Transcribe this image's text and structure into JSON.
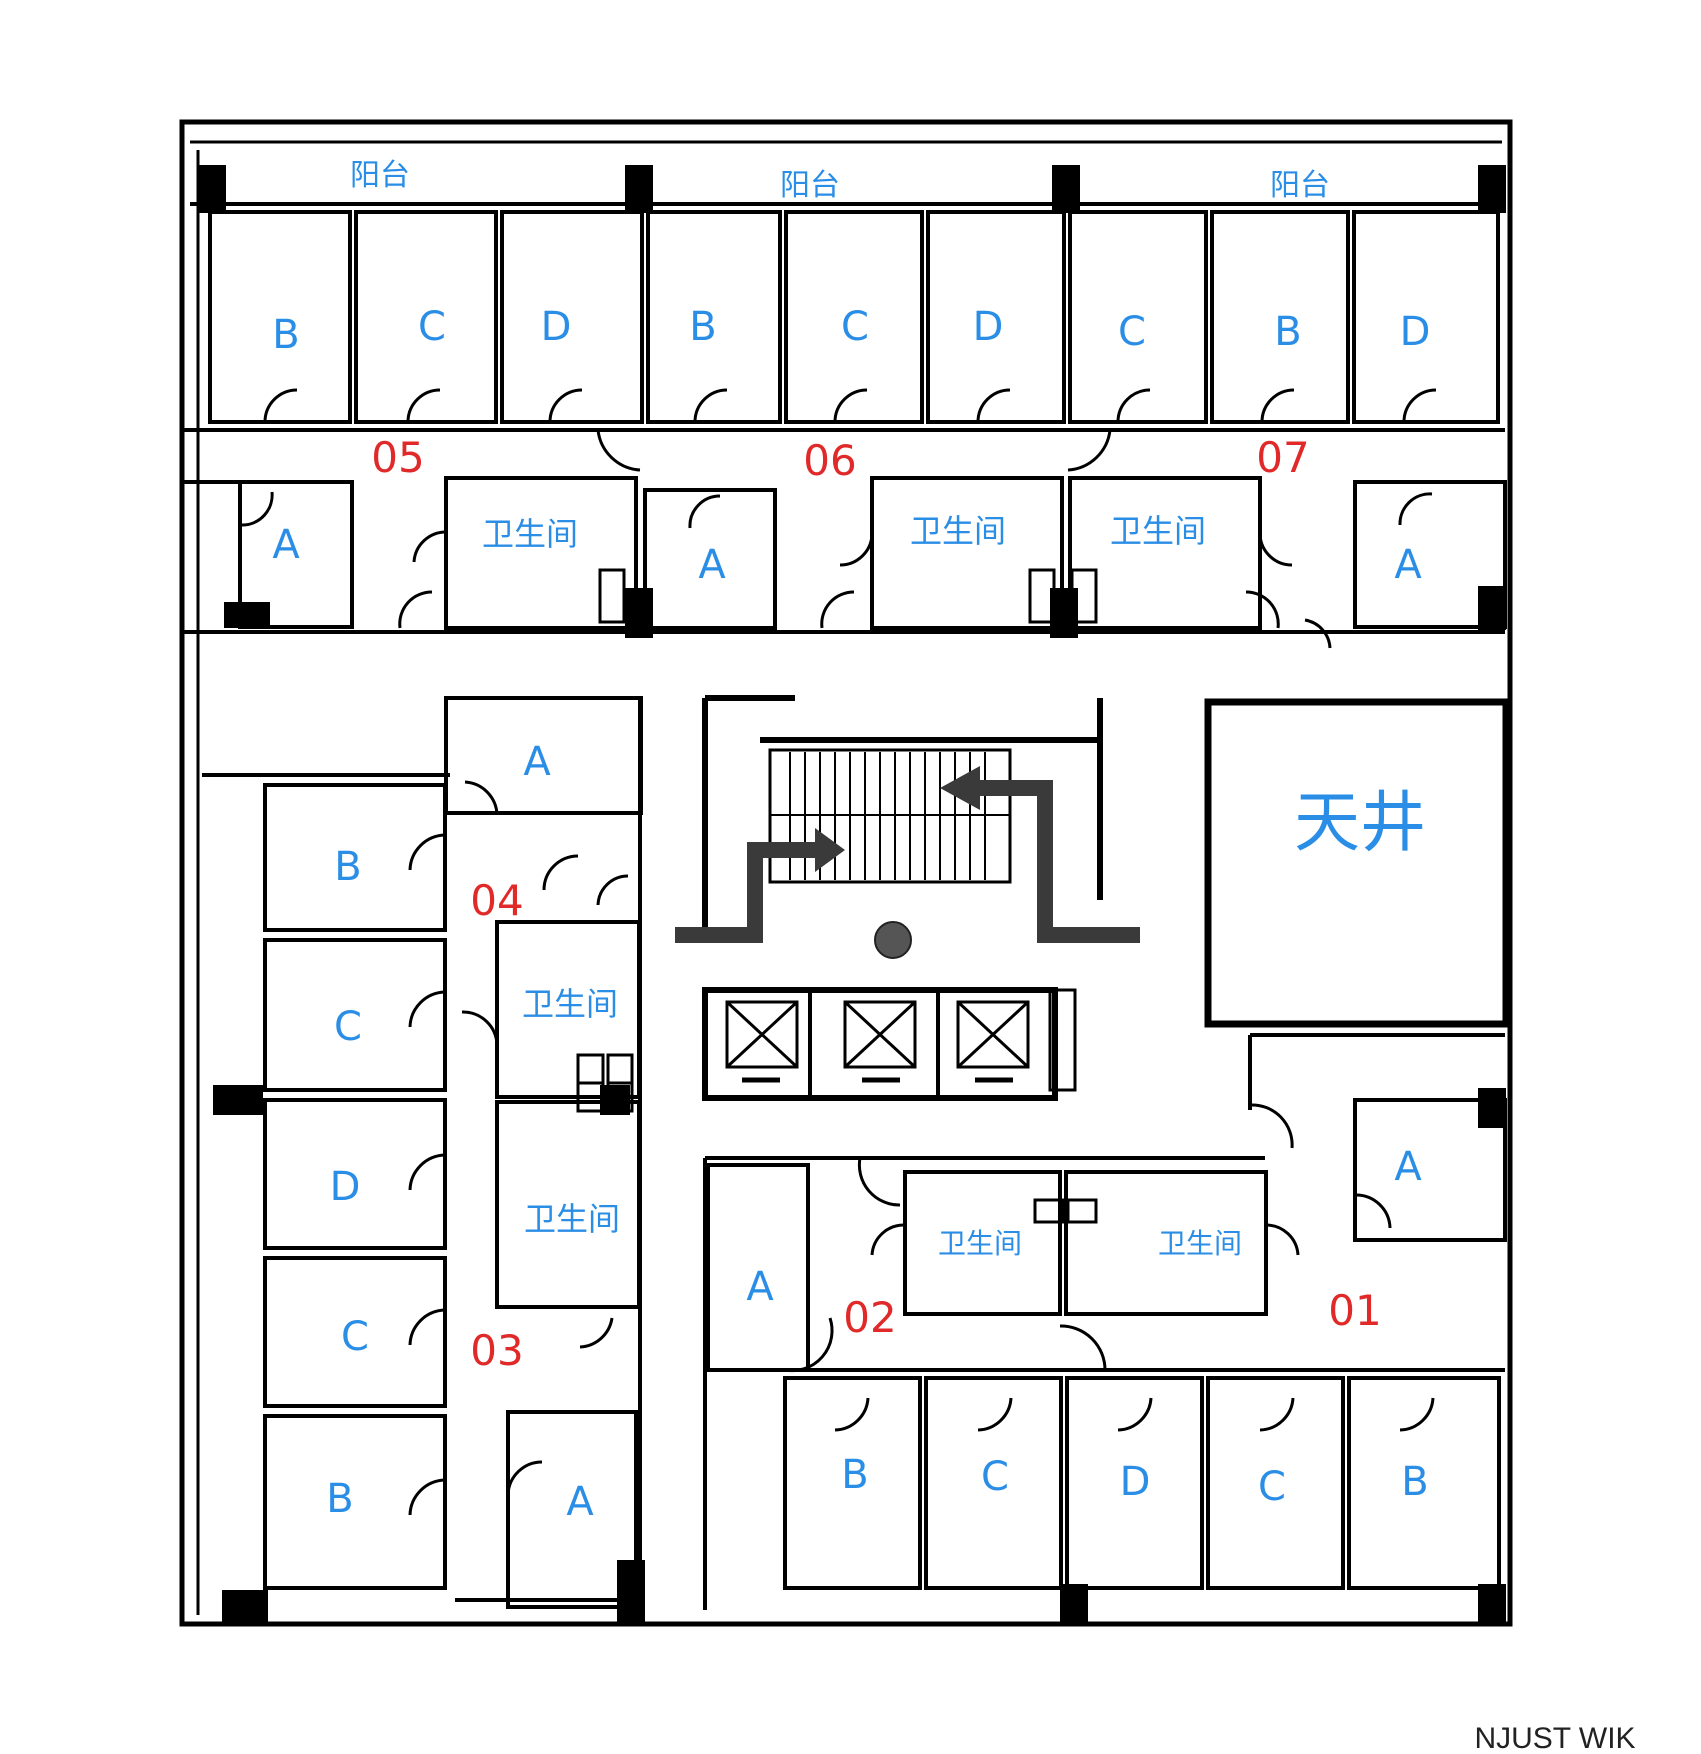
{
  "colors": {
    "wall": "#000000",
    "room_label": "#2b8ee6",
    "unit_number": "#e02a2a",
    "stair_arrow": "#3a3a3a"
  },
  "balcony_label": "阳台",
  "courtyard_label": "天井",
  "toilet_label": "卫生间",
  "watermark": "NJUST WIK",
  "unit_numbers": [
    "01",
    "02",
    "03",
    "04",
    "05",
    "06",
    "07"
  ],
  "room_letters": [
    "A",
    "B",
    "C",
    "D"
  ]
}
